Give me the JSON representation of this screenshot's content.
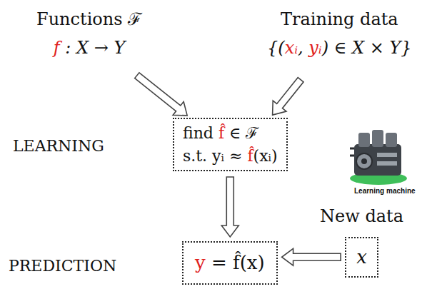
{
  "diagram": {
    "nodes": [
      {
        "text": [
          "Functions ℱ",
          "f : X → Y"
        ]
      },
      {
        "text": [
          "Training data",
          "{(xᵢ, yᵢ) ∈ X × Y}"
        ]
      },
      {
        "text": [
          "find f̂ ∈ ℱ",
          "s.t. yᵢ ≈ f̂(xᵢ)"
        ]
      },
      {
        "text": [
          "y = f̂(x)"
        ]
      },
      {
        "text": [
          "New data",
          "x"
        ]
      }
    ],
    "edges": [
      {
        "from": 0,
        "to": 2,
        "arrow": "to"
      },
      {
        "from": 1,
        "to": 2,
        "arrow": "to"
      },
      {
        "from": 2,
        "to": 3,
        "arrow": "to"
      },
      {
        "from": 4,
        "to": 3,
        "arrow": "to"
      }
    ],
    "labels": [
      "LEARNING",
      "PREDICTION",
      "Learning machine"
    ]
  }
}
